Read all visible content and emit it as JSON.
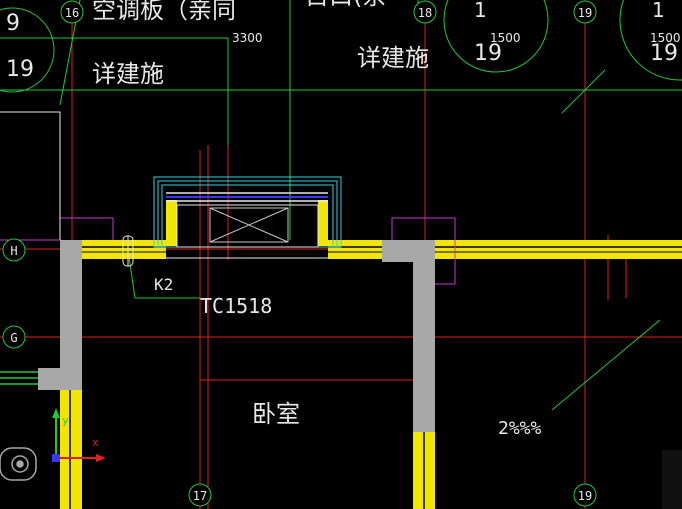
{
  "drawing": {
    "grid_labels": {
      "top_16": "16",
      "top_18": "18",
      "top_19": "19",
      "left_H": "H",
      "left_G": "G",
      "bottom_17": "17",
      "bottom_19": "19"
    },
    "annotations": {
      "aircon_board_partial": "空调板（亲同",
      "top_partial": "目口(余",
      "see_detail_1": "详建施",
      "see_detail_2": "详建施",
      "circle_left_number": "19",
      "circle_left_top_partial": "9",
      "circle_mid_top": "1",
      "circle_mid_bottom": "19",
      "circle_mid_dimension": "1500",
      "circle_right_top": "1",
      "circle_right_bottom": "19",
      "circle_right_dimension": "1500",
      "dimension_3300": "3300",
      "column_tag": "K2",
      "window_code": "TC1518",
      "room_name": "卧室",
      "slope_label": "2%%%"
    },
    "colors": {
      "background": "#000000",
      "grid_red": "#e0201c",
      "leader_green": "#22c83a",
      "wall_yellow": "#f2e600",
      "column_gray": "#a8a8a8",
      "window_cyan": "#2fd6e6",
      "window_blue": "#3636ff",
      "magenta": "#c43bd2",
      "text_white": "#e8e8e8"
    },
    "ucs_icon": {
      "x_label": "x",
      "y_label": "y"
    }
  }
}
